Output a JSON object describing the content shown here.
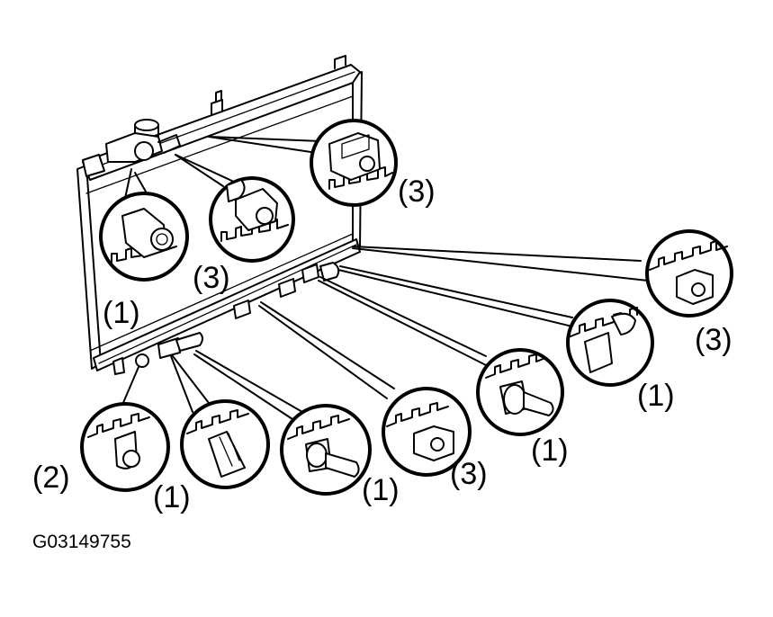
{
  "diagram": {
    "figure_code": "G03149755",
    "callouts": [
      {
        "id": "top-left-clamp",
        "label": "(1)"
      },
      {
        "id": "top-center-bracket",
        "label": "(3)"
      },
      {
        "id": "top-right-bracket",
        "label": "(3)"
      },
      {
        "id": "far-right-bracket",
        "label": "(3)"
      },
      {
        "id": "right-clamp",
        "label": "(1)"
      },
      {
        "id": "right-pipe-clamp",
        "label": "(1)"
      },
      {
        "id": "center-bracket",
        "label": "(3)"
      },
      {
        "id": "center-pipe-clamp",
        "label": "(1)"
      },
      {
        "id": "left-wedge-clamp",
        "label": "(1)"
      },
      {
        "id": "bottom-left-hook",
        "label": "(2)"
      }
    ]
  }
}
